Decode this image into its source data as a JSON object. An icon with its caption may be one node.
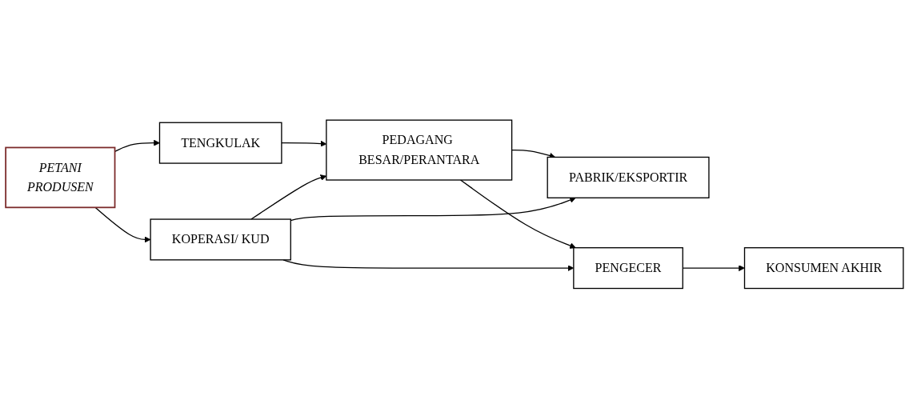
{
  "diagram": {
    "nodes": [
      {
        "text": [
          "PETANI",
          "PRODUSEN"
        ]
      },
      {
        "text": [
          "TENGKULAK"
        ]
      },
      {
        "text": [
          "PEDAGANG BESAR/PERANTARA"
        ]
      },
      {
        "text": [
          "PABRIK/EKSPORTIR"
        ]
      },
      {
        "text": [
          "KOPERASI/ KUD"
        ]
      },
      {
        "text": [
          "PENGECER"
        ]
      },
      {
        "text": [
          "KONSUMEN AKHIR"
        ]
      }
    ],
    "edges": [
      {
        "from": 0,
        "to": 1,
        "arrow": "to"
      },
      {
        "from": 0,
        "to": 4,
        "arrow": "to"
      },
      {
        "from": 1,
        "to": 2,
        "arrow": "to"
      },
      {
        "from": 2,
        "to": 3,
        "arrow": "to"
      },
      {
        "from": 4,
        "to": 2,
        "arrow": "to"
      },
      {
        "from": 4,
        "to": 3,
        "arrow": "to"
      },
      {
        "from": 2,
        "to": 5,
        "arrow": "to"
      },
      {
        "from": 4,
        "to": 5,
        "arrow": "to"
      },
      {
        "from": 5,
        "to": 6,
        "arrow": "to"
      }
    ]
  }
}
